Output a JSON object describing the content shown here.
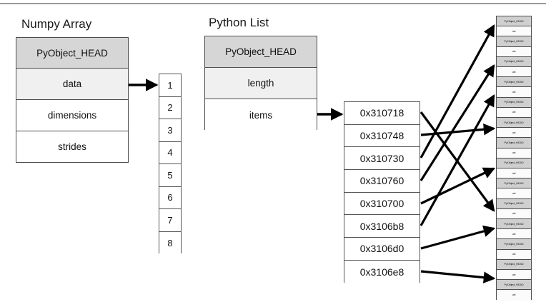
{
  "diagram": {
    "title_numpy": "Numpy Array",
    "title_list": "Python List",
    "colors": {
      "header_gray": "#d6d6d6",
      "sub_gray": "#f0f0f0",
      "border": "#4d4d4d",
      "arrow": "#000000",
      "background": "#ffffff"
    }
  },
  "numpy_struct": {
    "label": "Numpy Array",
    "rows": [
      {
        "text": "PyObject_HEAD",
        "shade": "head"
      },
      {
        "text": "data",
        "shade": "sub"
      },
      {
        "text": "dimensions",
        "shade": "plain"
      },
      {
        "text": "strides",
        "shade": "plain"
      }
    ]
  },
  "list_struct": {
    "label": "Python List",
    "rows": [
      {
        "text": "PyObject_HEAD",
        "shade": "head"
      },
      {
        "text": "length",
        "shade": "sub"
      },
      {
        "text": "items",
        "shade": "plain"
      }
    ]
  },
  "data_buffer": {
    "name": "numpy-data-buffer",
    "values": [
      "1",
      "2",
      "3",
      "4",
      "5",
      "6",
      "7",
      "8"
    ]
  },
  "pointer_array": {
    "name": "list-items-pointer-array",
    "values": [
      "0x310718",
      "0x310748",
      "0x310730",
      "0x310760",
      "0x310700",
      "0x3106b8",
      "0x3106d0",
      "0x3106e8"
    ]
  },
  "object_column": {
    "name": "python-int-object-heap",
    "pair_count": 14,
    "head_label": "PyObject_HEAD",
    "value_label": "val",
    "rows": [
      {
        "text": "PyObject_HEAD",
        "kind": "head"
      },
      {
        "text": "val",
        "kind": "val"
      },
      {
        "text": "PyObject_HEAD",
        "kind": "head"
      },
      {
        "text": "val",
        "kind": "val"
      },
      {
        "text": "PyObject_HEAD",
        "kind": "head"
      },
      {
        "text": "val",
        "kind": "val"
      },
      {
        "text": "PyObject_HEAD",
        "kind": "head"
      },
      {
        "text": "val",
        "kind": "val"
      },
      {
        "text": "PyObject_HEAD",
        "kind": "head"
      },
      {
        "text": "val",
        "kind": "val"
      },
      {
        "text": "PyObject_HEAD",
        "kind": "head"
      },
      {
        "text": "val",
        "kind": "val"
      },
      {
        "text": "PyObject_HEAD",
        "kind": "head"
      },
      {
        "text": "val",
        "kind": "val"
      },
      {
        "text": "PyObject_HEAD",
        "kind": "head"
      },
      {
        "text": "val",
        "kind": "val"
      },
      {
        "text": "PyObject_HEAD",
        "kind": "head"
      },
      {
        "text": "val",
        "kind": "val"
      },
      {
        "text": "PyObject_HEAD",
        "kind": "head"
      },
      {
        "text": "val",
        "kind": "val"
      },
      {
        "text": "PyObject_HEAD",
        "kind": "head"
      },
      {
        "text": "val",
        "kind": "val"
      },
      {
        "text": "PyObject_HEAD",
        "kind": "head"
      },
      {
        "text": "val",
        "kind": "val"
      },
      {
        "text": "PyObject_HEAD",
        "kind": "head"
      },
      {
        "text": "val",
        "kind": "val"
      },
      {
        "text": "PyObject_HEAD",
        "kind": "head"
      },
      {
        "text": "val",
        "kind": "val"
      }
    ]
  },
  "arrows": {
    "data_to_buffer": {
      "from": "data",
      "to": "buffer-cell-1"
    },
    "items_to_pointers": {
      "from": "items",
      "to": "pointer-cell-1"
    },
    "pointer_links": [
      {
        "from": "0x310718",
        "to_row": 19
      },
      {
        "from": "0x310748",
        "to_row": 11
      },
      {
        "from": "0x310730",
        "to_row": 1
      },
      {
        "from": "0x310760",
        "to_row": 5
      },
      {
        "from": "0x310700",
        "to_row": 15
      },
      {
        "from": "0x3106b8",
        "to_row": 9
      },
      {
        "from": "0x3106d0",
        "to_row": 21
      },
      {
        "from": "0x3106e8",
        "to_row": 25
      }
    ]
  }
}
